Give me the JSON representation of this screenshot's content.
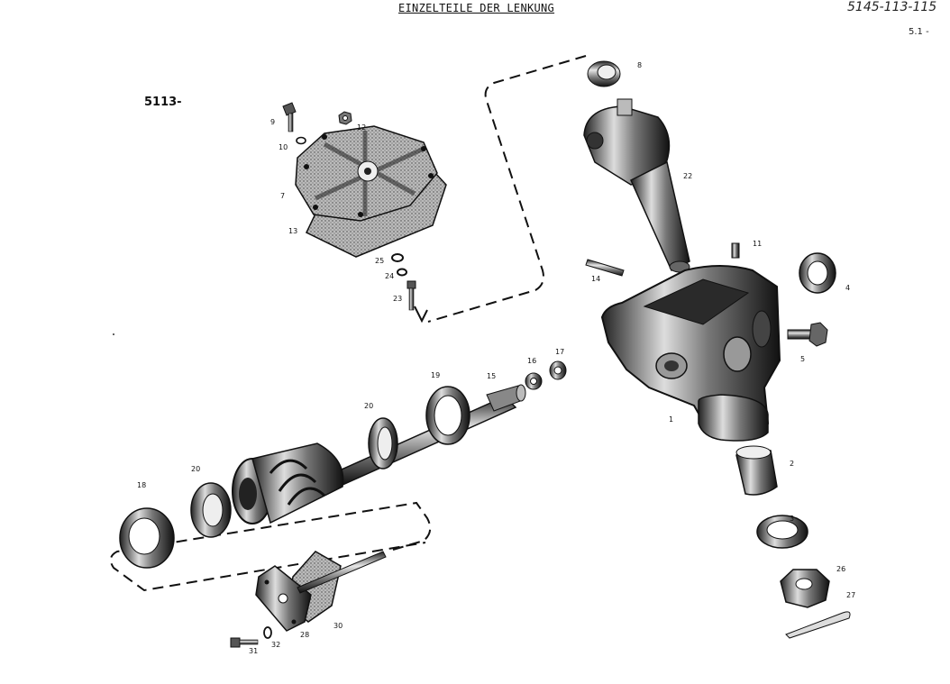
{
  "title": "EINZELTEILE DER LENKUNG",
  "document_number": "5145-113-115",
  "sheet": "5.1 -",
  "group_number": "5113-",
  "callouts": {
    "n1": "1",
    "n2": "2",
    "n3": "3",
    "n4": "4",
    "n5": "5",
    "n7": "7",
    "n8": "8",
    "n9": "9",
    "n10": "10",
    "n11": "11",
    "n12": "12",
    "n13": "13",
    "n14": "14",
    "n15": "15",
    "n16": "16",
    "n17": "17",
    "n18": "18",
    "n19": "19",
    "n20a": "20",
    "n20b": "20",
    "n22": "22",
    "n23": "23",
    "n24": "24",
    "n25": "25",
    "n26": "26",
    "n27": "27",
    "n28": "28",
    "n30": "30",
    "n31": "31",
    "n32": "32"
  }
}
